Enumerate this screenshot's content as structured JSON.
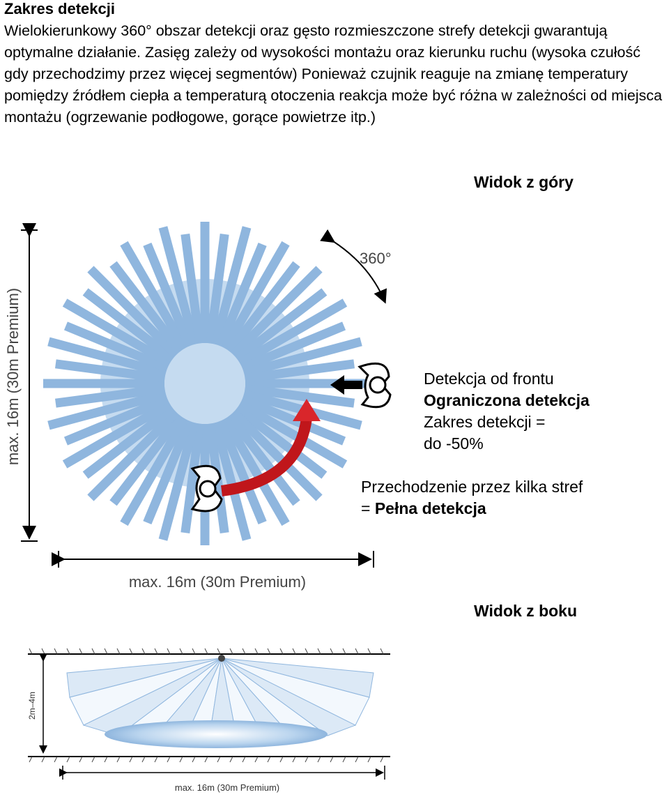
{
  "heading": "Zakres detekcji",
  "intro": "Wielokierunkowy 360° obszar detekcji oraz gęsto rozmieszczone strefy detekcji gwarantują optymalne działanie. Zasięg zależy od wysokości montażu oraz kierunku ruchu (wysoka czułość gdy przechodzimy przez więcej segmentów) Ponieważ czujnik reaguje na zmianę temperatury pomiędzy źródłem ciepła a temperaturą otoczenia reakcja może być różna w zależności od miejsca montażu (ogrzewanie podłogowe, gorące powietrze itp.)",
  "top_view": {
    "title": "Widok z góry",
    "angle_label": "360°",
    "vertical_range": "max. 16m (30m Premium)",
    "horizontal_range": "max. 16m (30m Premium)",
    "stripe_color": "#8fb6de",
    "inner_color": "#c5dbf0",
    "arrow_color": "#d9262b"
  },
  "front_note": {
    "line1": "Detekcja od frontu",
    "line2": "Ograniczona detekcja",
    "line3": "Zakres detekcji =",
    "line4": "do -50%"
  },
  "cross_note": {
    "line1": "Przechodzenie przez kilka stref",
    "prefix": "= ",
    "emphasis": "Pełna detekcja"
  },
  "side_view": {
    "title": "Widok z boku",
    "height_label": "2m–4m",
    "width_label": "max. 16m (30m Premium)"
  }
}
